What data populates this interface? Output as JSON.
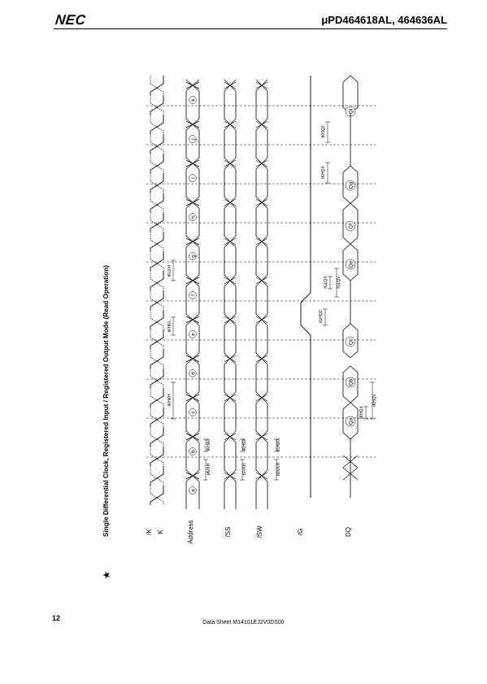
{
  "header": {
    "logo": "NEC",
    "part_number": "μPD464618AL, 464636AL"
  },
  "figure": {
    "star": "★",
    "title": "Single Differential Clock, Registered Input / Registered Output Mode (Read Operation)",
    "signals": [
      "/K",
      "K",
      "Address",
      "/SS",
      "/SW",
      "/G",
      "DQ"
    ],
    "address_labels": [
      "a",
      "b",
      "c",
      "d",
      "e",
      "f",
      "g",
      "h",
      "i",
      "j",
      "k"
    ],
    "data_labels": [
      "Qa",
      "Qb",
      "Qc",
      "Qe",
      "Qf",
      "Qg",
      "Qi"
    ],
    "timing_labels": {
      "tKHKH": "tKHKH",
      "tKHKL": "tKHKL",
      "tKLKH": "tKLKH",
      "tAVKH": "tAVKH",
      "tKHAX": "tKHAX",
      "tSVKH": "tSVKH",
      "tKHSX": "tKHSX",
      "tWVKH": "tWVKH",
      "tKHWX": "tKHWX",
      "tKHQV": "tKHQV",
      "tKHQX": "tKHQX",
      "tGHQZ": "tGHQZ",
      "tGLQX": "tGLQX",
      "tGLQV": "tGLQV",
      "tKHQZ": "tKHQZ",
      "tKHQX1": "tKHQX"
    }
  },
  "footer": {
    "page_number": "12",
    "doc_id": "Data Sheet  M14101EJ2V0DS00"
  }
}
